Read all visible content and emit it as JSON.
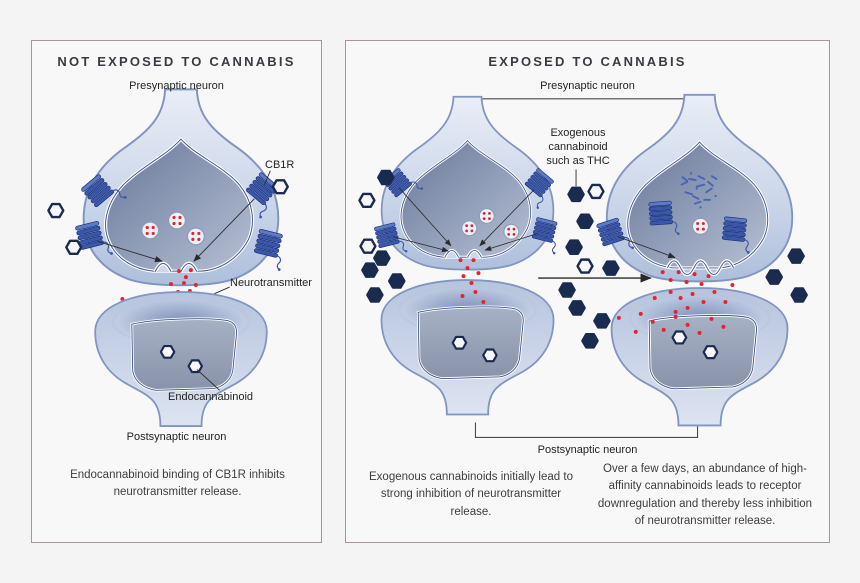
{
  "colors": {
    "background": "#f5f4f5",
    "panel_border": "#aa939c",
    "cannabinoid_navy": "#1a2b50",
    "neurotransmitter_red": "#e32530",
    "receptor_blue": "#3a57ae",
    "cell_blue": "#b3c2de"
  },
  "left_panel": {
    "title": "NOT EXPOSED TO CANNABIS",
    "labels": {
      "presynaptic": "Presynaptic neuron",
      "cb1r": "CB1R",
      "neurotransmitter": "Neurotransmitter",
      "endocannabinoid": "Endocannabinoid",
      "postsynaptic": "Postsynaptic neuron"
    },
    "caption": "Endocannabinoid binding of CB1R inhibits neurotransmitter release."
  },
  "right_panel": {
    "title": "EXPOSED TO CANNABIS",
    "labels": {
      "presynaptic": "Presynaptic neuron",
      "exogenous": "Exogenous cannabinoid such as THC",
      "postsynaptic": "Postsynaptic neuron"
    },
    "captions": {
      "initial": "Exogenous cannabinoids initially lead to strong inhibition of neurotransmitter release.",
      "downregulation": "Over a few days, an abundance of high-affinity cannabinoids leads to receptor downregulation and thereby less inhibition of neurotransmitter release."
    }
  }
}
